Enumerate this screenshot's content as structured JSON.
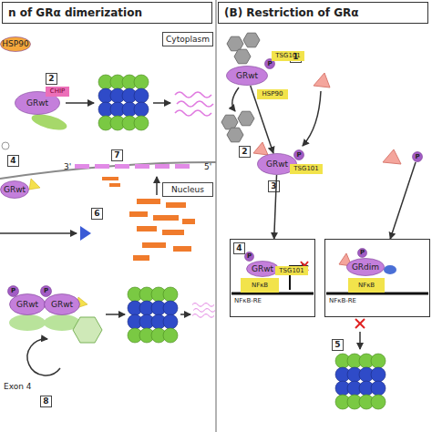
{
  "diagram": {
    "nodes": [
      {
        "text": [
          "n of GRα dimerization"
        ]
      },
      {
        "text": [
          "Cytoplasm"
        ],
        "in": 0
      },
      {
        "text": [
          "HSP90"
        ],
        "in": 0
      },
      {
        "text": [
          "2"
        ],
        "in": 0
      },
      {
        "text": [
          "GRwt"
        ],
        "in": 0
      },
      {
        "text": [
          "CHIP"
        ],
        "in": 0
      },
      {
        "text": [
          "4"
        ],
        "in": 0
      },
      {
        "text": [
          "GRwt"
        ],
        "in": 0
      },
      {
        "text": [
          "7"
        ],
        "in": 0
      },
      {
        "text": [
          "6"
        ],
        "in": 0
      },
      {
        "text": [
          "Nucleus"
        ],
        "in": 0
      },
      {
        "text": [
          "P"
        ],
        "in": 0
      },
      {
        "text": [
          "GRwt"
        ],
        "in": 0
      },
      {
        "text": [
          "P"
        ],
        "in": 0
      },
      {
        "text": [
          "GRwt"
        ],
        "in": 0
      },
      {
        "text": [
          "8"
        ],
        "in": 0
      },
      {
        "text": [
          "(B) Restriction of GRα"
        ]
      },
      {
        "text": [
          "1"
        ],
        "in": 16
      },
      {
        "text": [
          "GRwt"
        ],
        "in": 16
      },
      {
        "text": [
          "P"
        ],
        "in": 16
      },
      {
        "text": [
          "TSG101"
        ],
        "in": 16
      },
      {
        "text": [
          "HSP90"
        ],
        "in": 16
      },
      {
        "text": [
          "2"
        ],
        "in": 16
      },
      {
        "text": [
          "P"
        ],
        "in": 16
      },
      {
        "text": [
          "GRwt"
        ],
        "in": 16
      },
      {
        "text": [
          "TSG101"
        ],
        "in": 16
      },
      {
        "text": [
          "3"
        ],
        "in": 16
      },
      {
        "text": [
          "P"
        ],
        "in": 16
      },
      {
        "text": [
          "NFκB-RE"
        ],
        "in": 16
      },
      {
        "text": [
          "4"
        ],
        "in": 28
      },
      {
        "text": [
          "P"
        ],
        "in": 28
      },
      {
        "text": [
          "GRwt"
        ],
        "in": 28
      },
      {
        "text": [
          "TSG101"
        ],
        "in": 28
      },
      {
        "text": [
          "NFκB"
        ],
        "in": 28
      },
      {
        "text": [
          "NFκB-RE"
        ],
        "in": 16
      },
      {
        "text": [
          "P"
        ],
        "in": 34
      },
      {
        "text": [
          "GRdim"
        ],
        "in": 34
      },
      {
        "text": [
          "NFκB"
        ],
        "in": 34
      },
      {
        "text": [
          "5"
        ],
        "in": 16
      }
    ],
    "edges": [
      {
        "from": 18,
        "to": 24,
        "arrow": "to"
      },
      {
        "from": 24,
        "to": 28,
        "arrow": "to"
      },
      {
        "from": 27,
        "to": 34,
        "arrow": "to"
      }
    ],
    "labels": [
      "3'",
      "5'",
      "Exon 4"
    ]
  }
}
